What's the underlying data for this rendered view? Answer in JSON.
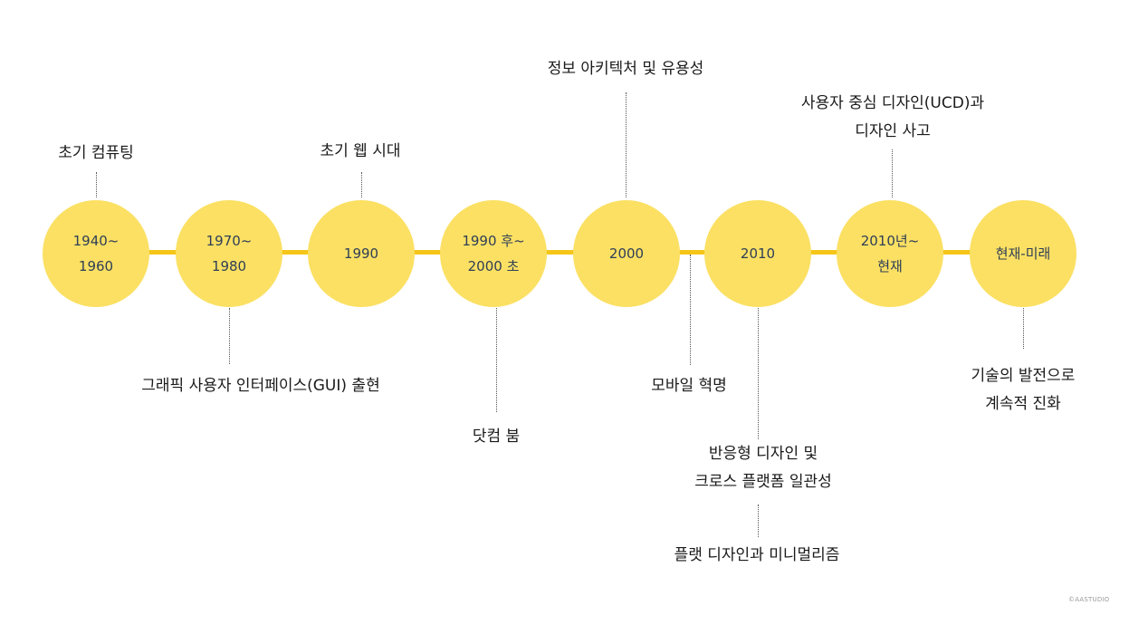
{
  "timeline": {
    "nodes": [
      {
        "label": "1940~\n1960"
      },
      {
        "label": "1970~\n1980"
      },
      {
        "label": "1990"
      },
      {
        "label": "1990 후~\n2000 초"
      },
      {
        "label": "2000"
      },
      {
        "label": "2010"
      },
      {
        "label": "2010년~\n현재"
      },
      {
        "label": "현재-미래"
      }
    ],
    "events": [
      {
        "text": "초기 컴퓨팅"
      },
      {
        "text": "그래픽 사용자 인터페이스(GUI) 출현"
      },
      {
        "text": "초기 웹 시대"
      },
      {
        "text": "닷컴 붐"
      },
      {
        "text": "정보 아키텍처 및 유용성"
      },
      {
        "text": "모바일 혁명"
      },
      {
        "text": "반응형 디자인 및\n크로스 플랫폼 일관성"
      },
      {
        "text": "플랫 디자인과 미니멀리즘"
      },
      {
        "text": "사용자 중심 디자인(UCD)과\n디자인 사고"
      },
      {
        "text": "기술의 발전으로\n계속적 진화"
      }
    ]
  },
  "watermark": "©AASTUDIO",
  "colors": {
    "axis": "#f5c518",
    "node": "#fbe063",
    "node_text": "#2f3e57"
  }
}
